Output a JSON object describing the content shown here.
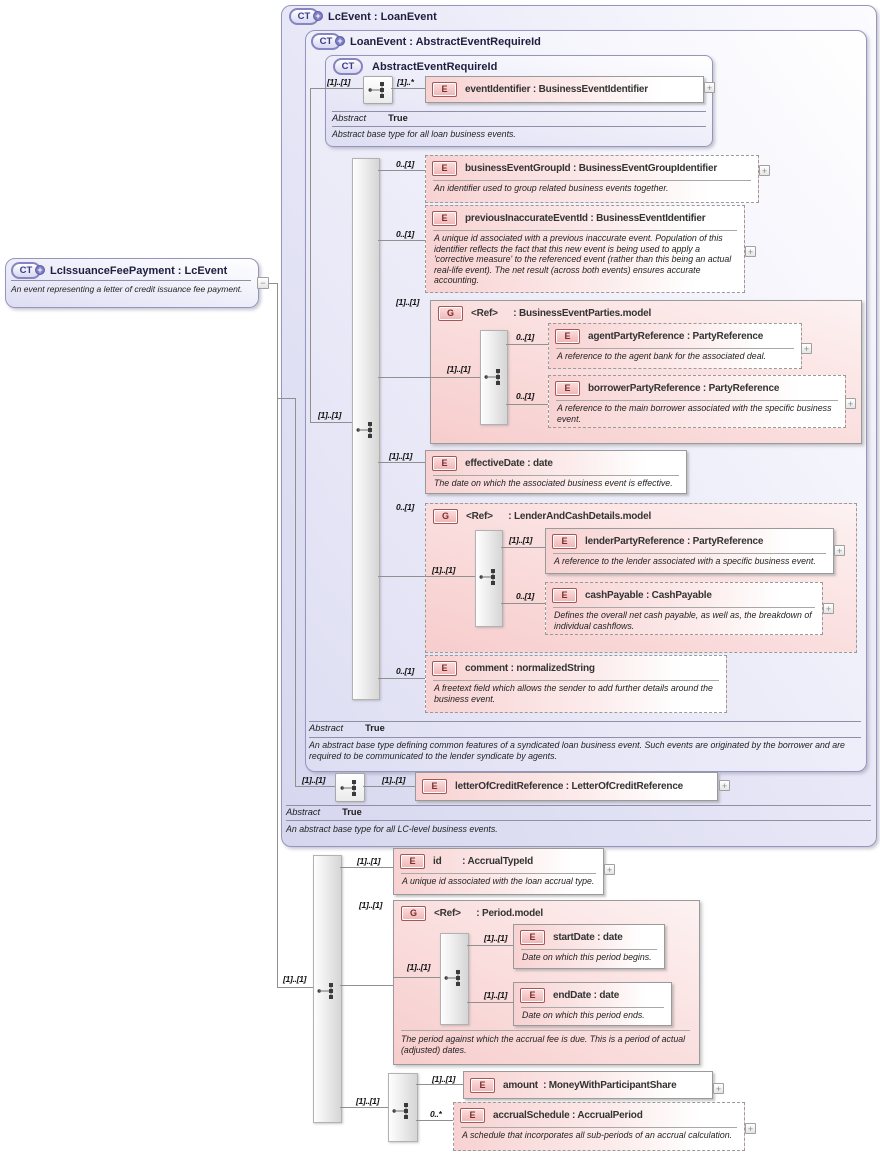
{
  "icons": {
    "ct": "CT",
    "e": "E",
    "g": "G",
    "plus": "+",
    "minus": "−"
  },
  "root": {
    "title": "LcIssuanceFeePayment : LcEvent",
    "desc": "An event representing a letter of credit issuance fee payment."
  },
  "lcEvent": {
    "title": "LcEvent : LoanEvent",
    "abstract_label": "Abstract",
    "abstract_value": "True",
    "desc": "An abstract base type for all LC-level business events.",
    "seq_card_left": "[1]..[1]",
    "seq_card_right": "[1]..[1]"
  },
  "loanEvent": {
    "title": "LoanEvent : AbstractEventRequireId",
    "abstract_label": "Abstract",
    "abstract_value": "True",
    "desc": "An abstract base type defining common features of a syndicated loan business event. Such events are originated by the borrower and are required to be communicated to the lender syndicate by agents.",
    "seq_card": "[1]..[1]"
  },
  "abstractEvent": {
    "title": "AbstractEventRequireId",
    "abstract_label": "Abstract",
    "abstract_value": "True",
    "desc": "Abstract base type for all loan business events.",
    "seq_card_left": "[1]..[1]",
    "seq_card_right": "[1]..*"
  },
  "bottom_seq_card": "[1]..[1]",
  "bottom_seq2_card": "[1]..[1]",
  "groups": {
    "businessEventParties": {
      "card": "[1]..[1]",
      "inner_card": "[1]..[1]",
      "label": "<Ref>      : BusinessEventParties.model"
    },
    "lenderAndCashDetails": {
      "card": "0..[1]",
      "inner_card": "[1]..[1]",
      "label": "<Ref>      : LenderAndCashDetails.model"
    },
    "period": {
      "card": "[1]..[1]",
      "inner_card": "[1]..[1]",
      "label": "<Ref>      : Period.model",
      "desc": "The period against which the accrual fee is due. This is a period of actual (adjusted) dates."
    }
  },
  "elements": {
    "eventIdentifier": {
      "label": "eventIdentifier : BusinessEventIdentifier"
    },
    "businessEventGroupId": {
      "card": "0..[1]",
      "label": "businessEventGroupId : BusinessEventGroupIdentifier",
      "desc": "An identifier used to group related business events together."
    },
    "previousInaccurateEventId": {
      "card": "0..[1]",
      "label": "previousInaccurateEventId : BusinessEventIdentifier",
      "desc": "A unique id associated with a previous inaccurate event. Population of this identifier reflects the fact that this new event is being used to apply a 'corrective measure' to the referenced event (rather than this being an actual real-life event). The net result (across both events) ensures accurate accounting."
    },
    "agentPartyReference": {
      "card": "0..[1]",
      "label": "agentPartyReference : PartyReference",
      "desc": "A reference to the agent bank for the associated deal."
    },
    "borrowerPartyReference": {
      "card": "0..[1]",
      "label": "borrowerPartyReference : PartyReference",
      "desc": "A reference to the main borrower associated with the specific business event."
    },
    "effectiveDate": {
      "card": "[1]..[1]",
      "label": "effectiveDate : date",
      "desc": "The date on which the associated business event is effective."
    },
    "lenderPartyReference": {
      "card": "[1]..[1]",
      "label": "lenderPartyReference : PartyReference",
      "desc": "A reference to the lender associated with a specific business event."
    },
    "cashPayable": {
      "card": "0..[1]",
      "label": "cashPayable : CashPayable",
      "desc": "Defines the overall net cash payable, as well as, the breakdown of individual cashflows."
    },
    "comment": {
      "card": "0..[1]",
      "label": "comment : normalizedString",
      "desc": "A freetext field which allows the sender to add further details around the business event."
    },
    "letterOfCreditReference": {
      "card_left": "[1]..[1]",
      "card_right": "[1]..[1]",
      "label": "letterOfCreditReference : LetterOfCreditReference"
    },
    "id": {
      "card": "[1]..[1]",
      "label": "id        : AccrualTypeId",
      "desc": "A unique id associated with the loan accrual type."
    },
    "startDate": {
      "card": "[1]..[1]",
      "label": "startDate : date",
      "desc": "Date on which this period begins."
    },
    "endDate": {
      "card": "[1]..[1]",
      "label": "endDate : date",
      "desc": "Date on which this period ends."
    },
    "amount": {
      "card": "[1]..[1]",
      "label": "amount  : MoneyWithParticipantShare"
    },
    "accrualSchedule": {
      "card": "0..*",
      "label": "accrualSchedule : AccrualPeriod",
      "desc": "A schedule that incorporates all sub-periods of an accrual calculation."
    }
  }
}
